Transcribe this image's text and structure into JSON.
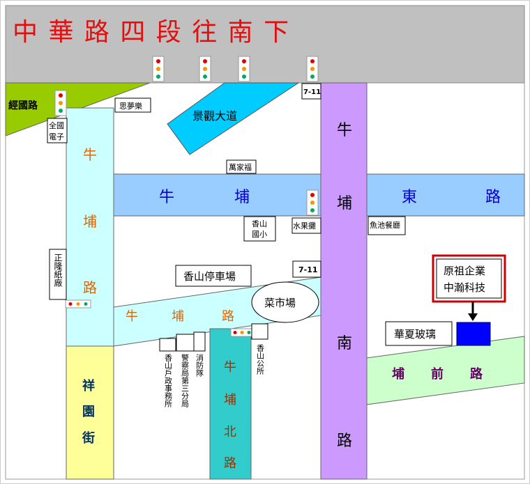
{
  "title": "中 華 路 四 段 往 南 下",
  "colors": {
    "title_text": "#e01010",
    "header_bg": "#c0c0c0",
    "niupu_east_rd": "#99ccff",
    "niupu_rd_vertical": "#ccffff",
    "niupu_rd_slant": "#ccffff",
    "niupu_south_rd": "#cc99ff",
    "niupu_north_rd": "#33cccc",
    "xiangyuan_st": "#ffff99",
    "puqian_rd": "#ccffcc",
    "jingguo_rd": "#99cc00",
    "landscape_ave": "#00ccff",
    "target_block": "#0000ff",
    "target_frame": "#cc0000"
  },
  "roads": {
    "niupu_east": {
      "chars": [
        "牛",
        "埔",
        "東",
        "路"
      ],
      "text_color": "#0000cc"
    },
    "niupu_vertical": {
      "chars": [
        "牛",
        "埔",
        "路"
      ],
      "text_color": "#e06600"
    },
    "niupu_slant": {
      "chars": [
        "牛",
        "埔",
        "路"
      ],
      "text_color": "#e06600"
    },
    "niupu_south": {
      "chars": [
        "牛",
        "埔",
        "南",
        "路"
      ],
      "text_color": "#000000"
    },
    "niupu_north": {
      "chars": [
        "牛",
        "埔",
        "北",
        "路"
      ],
      "text_color": "#993300"
    },
    "xiangyuan": {
      "chars": [
        "祥",
        "園",
        "街"
      ],
      "text_color": "#003366"
    },
    "puqian": {
      "chars": [
        "埔",
        "前",
        "路"
      ],
      "text_color": "#660066"
    },
    "jingguo": "經國路",
    "landscape": "景觀大道"
  },
  "landmarks": {
    "simengle": "思夢樂",
    "quanguo": [
      "全國",
      "電子"
    ],
    "wanjiafu": "萬家福",
    "seven_top": "7-11",
    "seven_mid": "7-11",
    "xiangshan_elem": [
      "香山",
      "國小"
    ],
    "fruit_shop": "水果攤",
    "fish_pond": "魚池餐廳",
    "zhenglong": "正隆紙廠",
    "parking": "香山停車場",
    "market": "菜市場",
    "glass": "華夏玻璃",
    "household_office": "香山戶政事務所",
    "police": "警察局第三分局",
    "fire_station": "消防隊",
    "xiangshan_park": "香山公所"
  },
  "target": {
    "line1": "原祖企業",
    "line2": "中瀚科技"
  }
}
